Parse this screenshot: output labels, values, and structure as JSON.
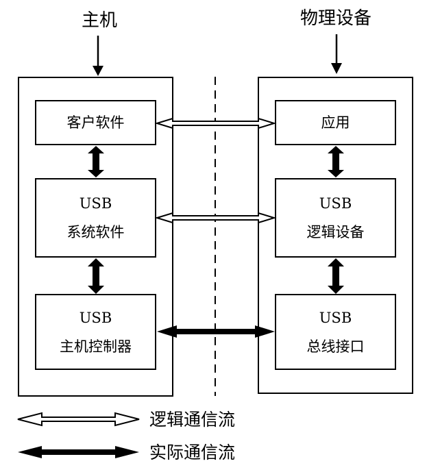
{
  "diagram": {
    "host": {
      "title": "主机",
      "layers": [
        {
          "lines": [
            "客户软件"
          ]
        },
        {
          "lines": [
            "USB",
            "系统软件"
          ]
        },
        {
          "lines": [
            "USB",
            "主机控制器"
          ]
        }
      ]
    },
    "device": {
      "title": "物理设备",
      "layers": [
        {
          "lines": [
            "应用"
          ]
        },
        {
          "lines": [
            "USB",
            "逻辑设备"
          ]
        },
        {
          "lines": [
            "USB",
            "总线接口"
          ]
        }
      ]
    },
    "links": [
      {
        "from": "客户软件",
        "to": "应用",
        "type": "logical"
      },
      {
        "from": "系统软件",
        "to": "逻辑设备",
        "type": "logical"
      },
      {
        "from": "主机控制器",
        "to": "总线接口",
        "type": "actual"
      }
    ],
    "legend": [
      {
        "type": "logical",
        "label": "逻辑通信流"
      },
      {
        "type": "actual",
        "label": "实际通信流"
      }
    ]
  }
}
